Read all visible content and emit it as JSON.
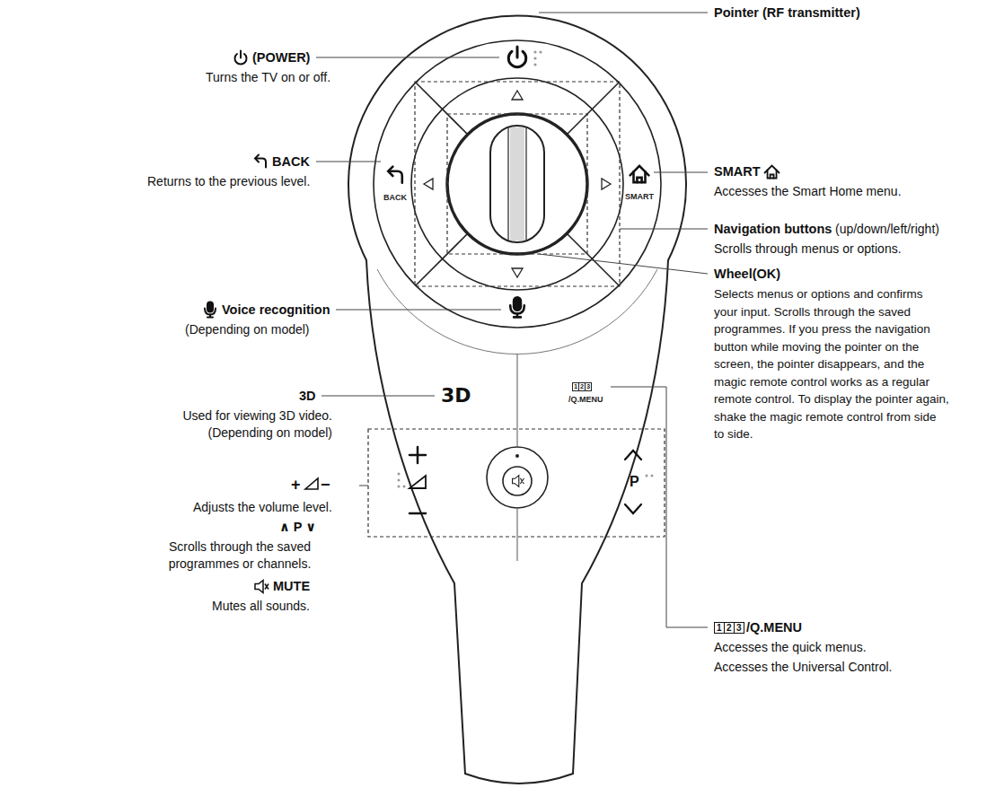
{
  "diagram": {
    "labels": [
      "Pointer (RF transmitter)",
      "(POWER)",
      "Turns the TV on or off.",
      "BACK",
      "Returns to the previous level.",
      "Voice recognition",
      "(Depending on model)",
      "3D",
      "Used for viewing 3D video. (Depending on model)",
      "+",
      "−",
      "Adjusts the volume level.",
      "∧ P ∨",
      "Scrolls through the saved programmes or channels.",
      "MUTE",
      "Mutes all sounds.",
      "SMART",
      "Accesses the Smart Home menu.",
      "Navigation buttons",
      "(up/down/left/right)",
      "Scrolls through menus or options.",
      "Wheel(OK)",
      "Selects menus or options and confirms your input. Scrolls through the saved programmes. If you press the navigation button while moving the pointer on the screen, the pointer disappears, and the magic remote control works as a regular remote control. To display the pointer again, shake the magic remote control from side to side.",
      "1",
      "2",
      "3",
      "/Q.MENU",
      "Accesses the quick menus.",
      "Accesses the Universal Control.",
      "BACK",
      "SMART",
      "3D",
      "1",
      "2",
      "3",
      "/Q.MENU",
      "P"
    ]
  }
}
